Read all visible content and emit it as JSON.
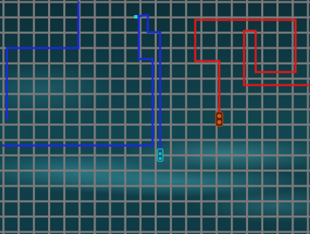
{
  "game": {
    "type": "light-cycle arena",
    "grid": {
      "columns": 20,
      "rows": 15,
      "line_color": "#7a7a7a"
    },
    "sky": {
      "base_color": "#0f3a44",
      "cloud_color": "#2f8fa0"
    },
    "players": [
      {
        "id": "blue",
        "trail_color": "#1a2bd8",
        "cycle_color": "#18b8c8",
        "heading": "down"
      },
      {
        "id": "red",
        "trail_color": "#e01818",
        "cycle_color": "#b04010",
        "heading": "down"
      }
    ]
  }
}
